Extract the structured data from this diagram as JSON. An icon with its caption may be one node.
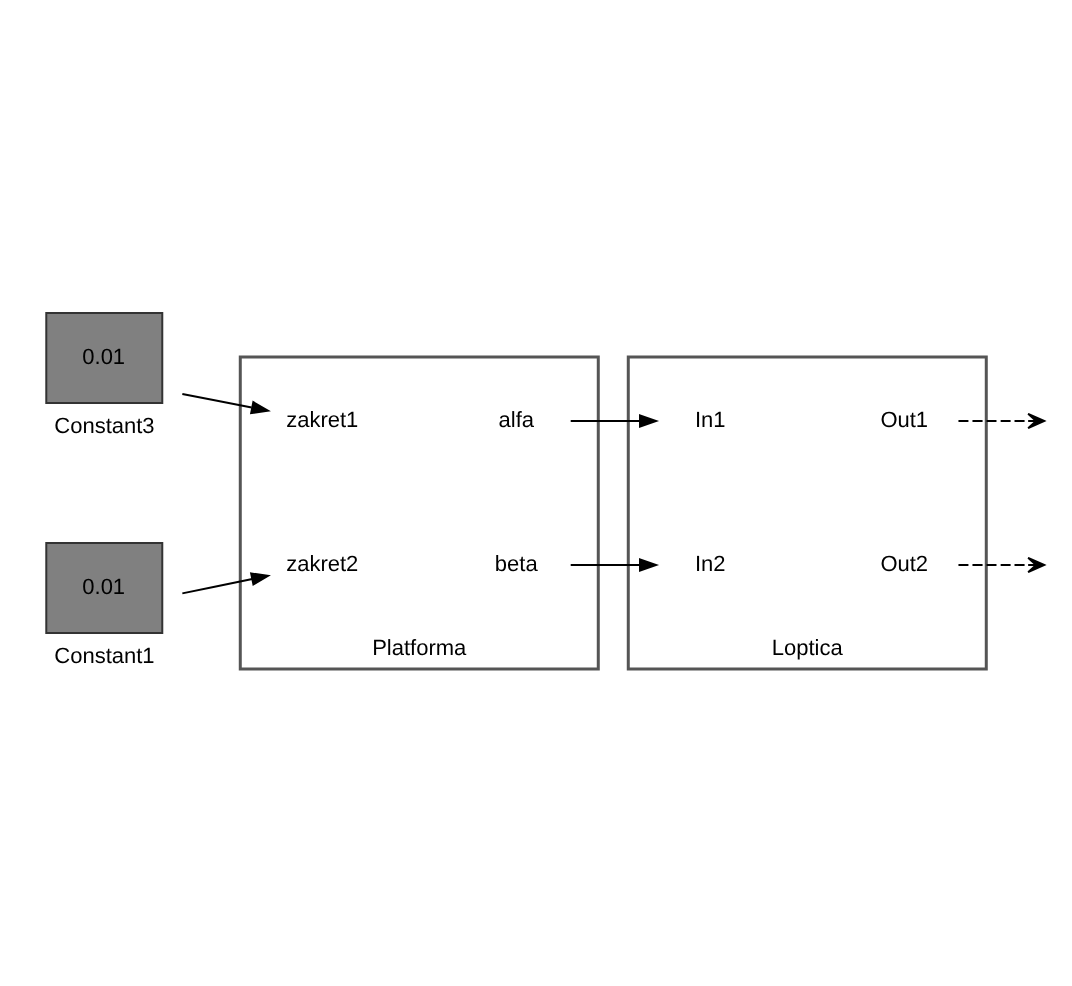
{
  "diagram": {
    "nodes": [
      {
        "text": [
          "0.01"
        ],
        "beside": [
          "Constant3"
        ]
      },
      {
        "text": [
          "0.01"
        ],
        "beside": [
          "Constant1"
        ]
      },
      {
        "text": [
          "Platforma"
        ]
      },
      {
        "text": [
          "zakret1"
        ],
        "in": 2
      },
      {
        "text": [
          "alfa"
        ],
        "in": 2
      },
      {
        "text": [
          "zakret2"
        ],
        "in": 2
      },
      {
        "text": [
          "beta"
        ],
        "in": 2
      },
      {
        "text": [
          "Loptica"
        ]
      },
      {
        "text": [
          "In1"
        ],
        "in": 7
      },
      {
        "text": [
          "Out1"
        ],
        "in": 7
      },
      {
        "text": [
          "In2"
        ],
        "in": 7
      },
      {
        "text": [
          "Out2"
        ],
        "in": 7
      }
    ],
    "edges": [
      {
        "from": 0,
        "to": 3,
        "arrow": "to"
      },
      {
        "from": 4,
        "to": 8,
        "arrow": "to"
      },
      {
        "from": 1,
        "to": 5,
        "arrow": "to"
      },
      {
        "from": 6,
        "to": 10,
        "arrow": "to"
      },
      {
        "from": 9,
        "to": null,
        "arrow": "to",
        "style": "dashed"
      },
      {
        "from": 11,
        "to": null,
        "arrow": "to",
        "style": "dashed"
      }
    ]
  }
}
